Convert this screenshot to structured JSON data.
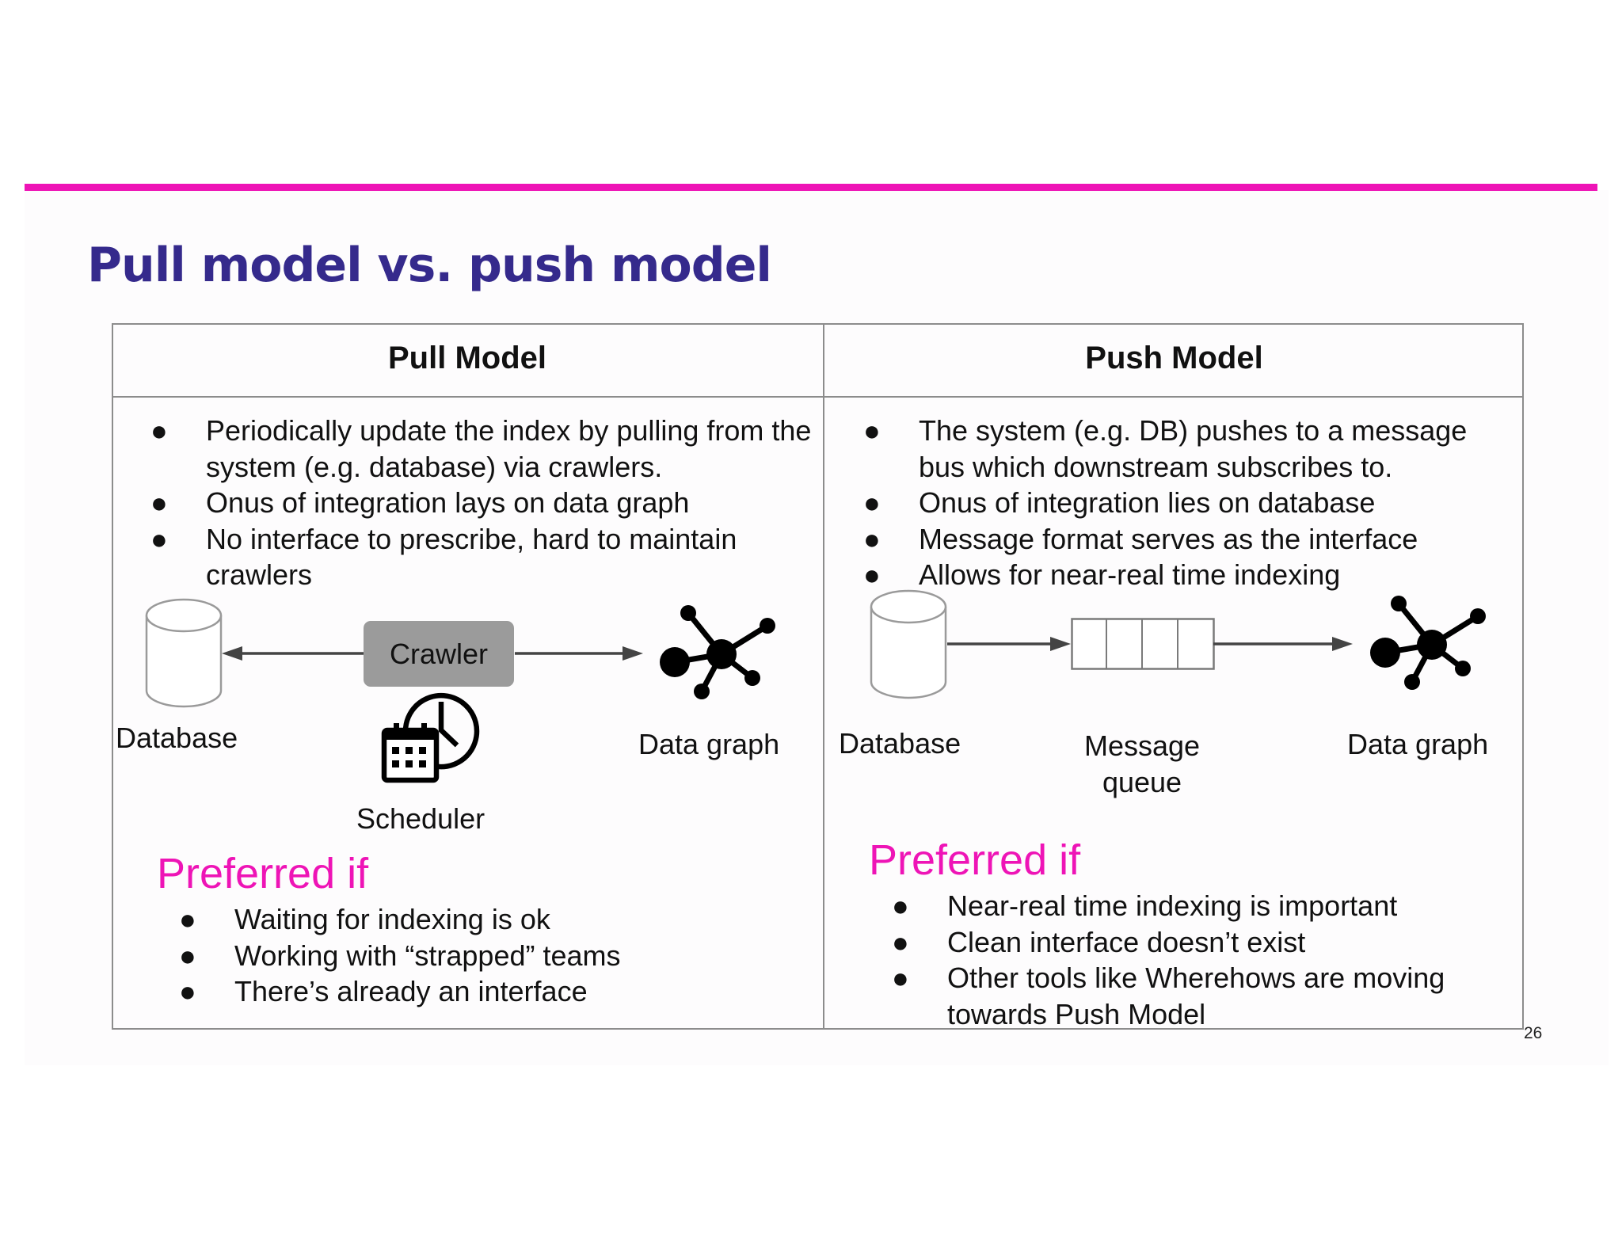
{
  "slide": {
    "title": "Pull model vs. push model",
    "page_number": "26",
    "accent_color": "#ee14b6",
    "title_color": "#352a8c"
  },
  "pull": {
    "heading": "Pull Model",
    "bullets": [
      "Periodically update the index by pulling from the system (e.g. database) via crawlers.",
      "Onus of integration lays on data graph",
      "No interface to prescribe, hard to maintain crawlers"
    ],
    "diagram": {
      "database_label": "Database",
      "crawler_label": "Crawler",
      "scheduler_label": "Scheduler",
      "data_graph_label": "Data graph",
      "icons": [
        "database-cylinder-icon",
        "calendar-clock-icon",
        "graph-network-icon"
      ]
    },
    "preferred_heading": "Preferred if",
    "preferred_bullets": [
      "Waiting for indexing is ok",
      "Working with “strapped” teams",
      "There’s already an interface"
    ]
  },
  "push": {
    "heading": "Push Model",
    "bullets": [
      "The system (e.g. DB) pushes to a message bus which downstream subscribes to.",
      "Onus of integration lies on database",
      "Message format serves as the interface",
      "Allows for near-real time indexing"
    ],
    "diagram": {
      "database_label": "Database",
      "queue_label_line1": "Message",
      "queue_label_line2": "queue",
      "data_graph_label": "Data graph",
      "icons": [
        "database-cylinder-icon",
        "message-queue-icon",
        "graph-network-icon"
      ]
    },
    "preferred_heading": "Preferred if",
    "preferred_bullets": [
      "Near-real time indexing is important",
      "Clean interface doesn’t exist",
      "Other tools like Wherehows are moving towards Push Model"
    ]
  },
  "bullet_glyph": "●"
}
